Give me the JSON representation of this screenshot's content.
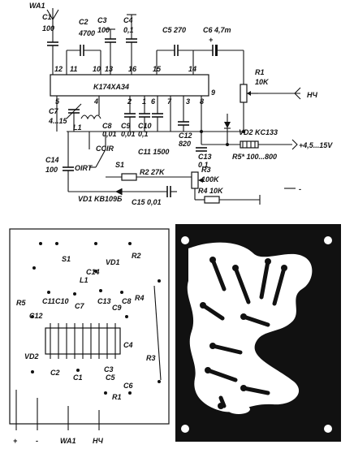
{
  "schematic": {
    "ic": {
      "label": "K174XA34",
      "pins_top": [
        "12",
        "11",
        "10",
        "13",
        "16",
        "15",
        "14"
      ],
      "pins_bottom": [
        "5",
        "4",
        "2",
        "1",
        "6",
        "7",
        "3",
        "8"
      ],
      "pin_side": "9"
    },
    "labels": {
      "wa1": "WA1",
      "c1": "C1",
      "c1_val": "100",
      "c2": "C2",
      "c2_val": "4700",
      "c3": "C3",
      "c3_val": "100",
      "c4": "C4",
      "c4_val": "0,1",
      "c5": "C5 270",
      "c6": "C6 4,7m",
      "r1": "R1",
      "r1_val": "10K",
      "hch1": "НЧ",
      "c7": "C7",
      "c7_val": "4...15",
      "l1": "L1",
      "c8": "C8",
      "c8_val": "0,01",
      "c9": "C9",
      "c9_val": "0,01",
      "c10": "C10",
      "c10_val": "0,1",
      "c12": "C12",
      "c12_val": "820",
      "vd2": "VD2 KC133",
      "plus_supply": "+4,5...15V",
      "ccir": "CCIR",
      "c11": "C11 1500",
      "c13": "C13",
      "c13_val": "0,1",
      "r5": "R5* 100...800",
      "c14": "C14",
      "c14_val": "100",
      "oirt": "OIRT",
      "s1": "S1",
      "r2": "R2 27K",
      "r3": "R3",
      "r3_val": "100K",
      "r4": "R4 10K",
      "vd1": "VD1 KB109Б",
      "c15": "C15 0,01",
      "ground_minus": "-"
    }
  },
  "layout": {
    "labels": {
      "s1": "S1",
      "c14": "C14",
      "vd1": "VD1",
      "r2": "R2",
      "l1": "L1",
      "c10": "C10",
      "c11": "C11",
      "c7": "C7",
      "c13": "C13",
      "c9": "C9",
      "c8": "C8",
      "r4": "R4",
      "r5": "R5",
      "c12": "C12",
      "c4": "C4",
      "vd2": "VD2",
      "r3": "R3",
      "c2": "C2",
      "c1": "C1",
      "c3": "C3",
      "c5": "C5",
      "c6": "C6",
      "r1": "R1",
      "plus": "+",
      "minus": "-",
      "wa1": "WA1",
      "hch": "НЧ"
    }
  }
}
